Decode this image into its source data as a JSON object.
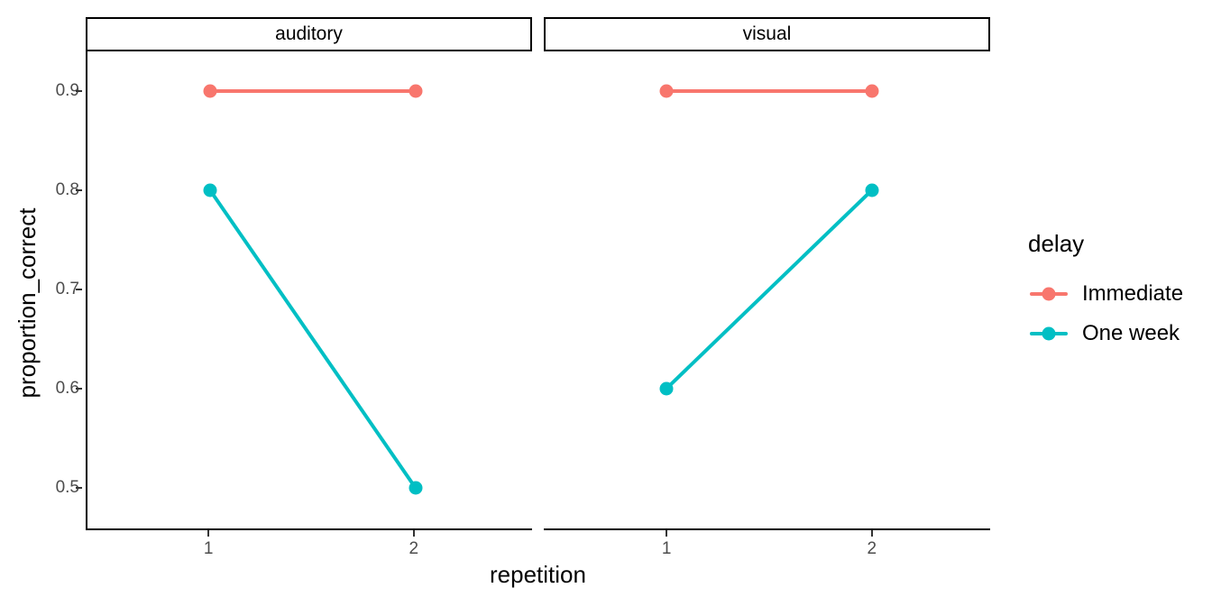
{
  "chart_data": {
    "type": "line",
    "title": "",
    "xlabel": "repetition",
    "ylabel": "proportion_correct",
    "x": [
      1,
      2
    ],
    "xticklabels": [
      "1",
      "2"
    ],
    "ylim": [
      0.46,
      0.94
    ],
    "yticks": [
      0.5,
      0.6,
      0.7,
      0.8,
      0.9
    ],
    "yticklabels": [
      "0.5",
      "0.6",
      "0.7",
      "0.8",
      "0.9"
    ],
    "grid": false,
    "legend": {
      "title": "delay",
      "position": "right",
      "entries": [
        "Immediate",
        "One week"
      ]
    },
    "facet_variable": "modality",
    "facets": [
      {
        "label": "auditory",
        "series": [
          {
            "name": "Immediate",
            "color": "#F8766D",
            "values": [
              0.9,
              0.9
            ]
          },
          {
            "name": "One week",
            "color": "#00BFC4",
            "values": [
              0.8,
              0.5
            ]
          }
        ]
      },
      {
        "label": "visual",
        "series": [
          {
            "name": "Immediate",
            "color": "#F8766D",
            "values": [
              0.9,
              0.9
            ]
          },
          {
            "name": "One week",
            "color": "#00BFC4",
            "values": [
              0.6,
              0.8
            ]
          }
        ]
      }
    ]
  },
  "colors": {
    "immediate": "#F8766D",
    "one_week": "#00BFC4",
    "axis_text": "#4D4D4D",
    "axis_line": "#000000",
    "background": "#FFFFFF"
  }
}
